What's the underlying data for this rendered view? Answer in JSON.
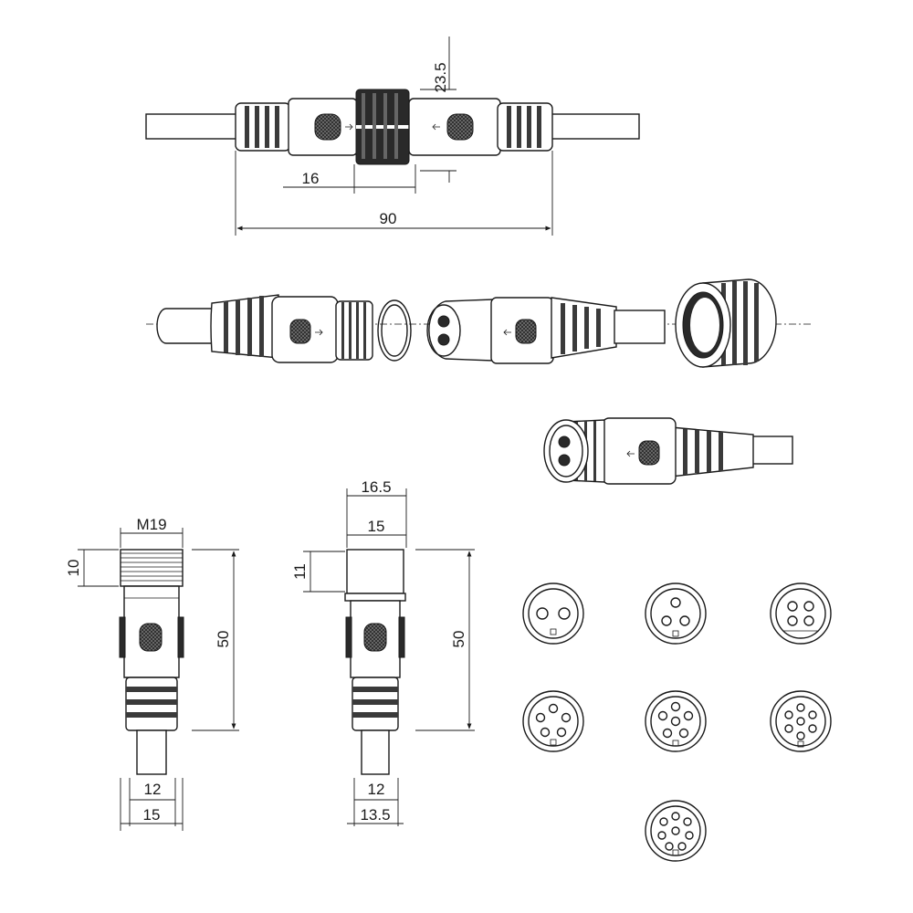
{
  "dimensions": {
    "top_view": {
      "height": "23.5",
      "coupling_width": "16",
      "total_length": "90"
    },
    "male_end": {
      "thread": "M19",
      "thread_length": "10",
      "length": "50",
      "cable_dia": "12",
      "body_dia": "15"
    },
    "female_end": {
      "outer_dia": "16.5",
      "inner_dia": "15",
      "socket_length": "11",
      "length": "50",
      "cable_dia": "12",
      "body_dia": "13.5"
    }
  },
  "colors": {
    "line": "#1a1a1a",
    "fill_dark": "#2a2a2a",
    "background": "#ffffff"
  },
  "pin_layouts": [
    2,
    3,
    4,
    5,
    6,
    7,
    8
  ]
}
